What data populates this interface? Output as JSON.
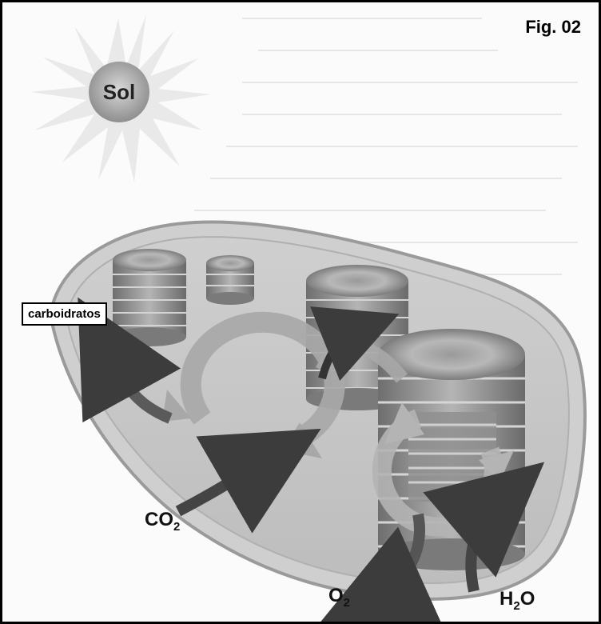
{
  "figure": {
    "label": "Fig. 02"
  },
  "sun": {
    "label": "Sol"
  },
  "products": {
    "carbohydrates": "carboidratos"
  },
  "molecules": {
    "co2": {
      "base": "CO",
      "sub": "2"
    },
    "o2": {
      "base": "O",
      "sub": "2"
    },
    "h2o": {
      "base": "H",
      "sub": "2",
      "tail": "O"
    }
  },
  "colors": {
    "chloroplast_fill": "#bdbdbd",
    "thylakoid": "#8a8a8a",
    "cycle_arrow": "#a9a9a9",
    "dark_arrow": "#4a4a4a"
  }
}
